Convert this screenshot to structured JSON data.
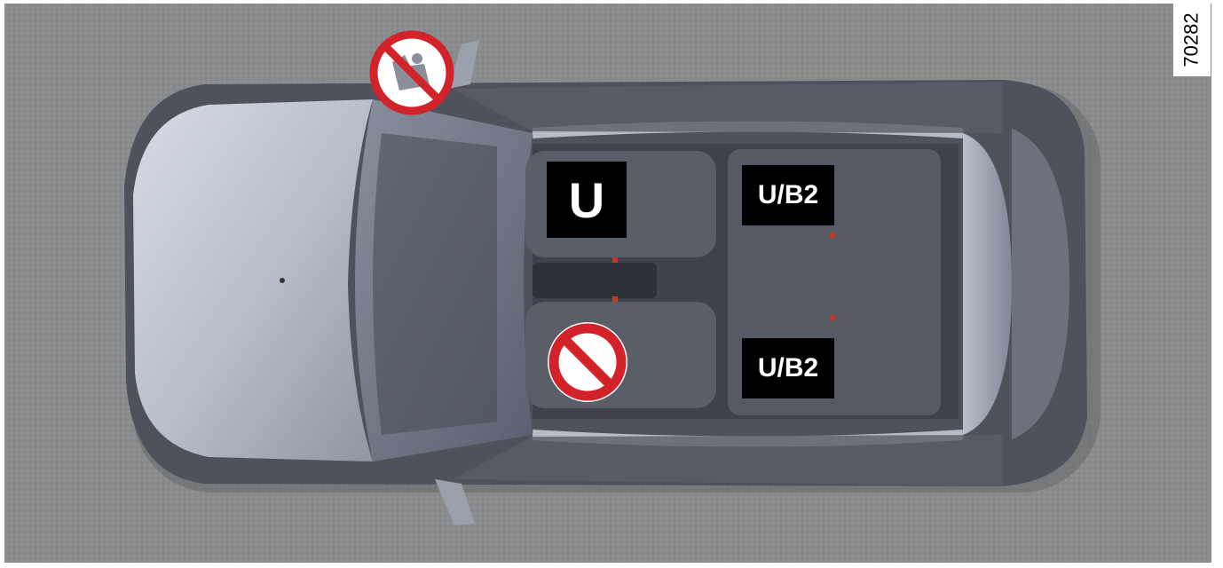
{
  "reference_number": "70282",
  "seats": {
    "front_passenger": "U",
    "rear_left": "U/B2",
    "rear_right": "U/B2"
  },
  "icons": {
    "roof_sign": "no-rear-facing-child-seat-icon",
    "driver_seat_sign": "prohibited-icon"
  },
  "colors": {
    "prohibition_red": "#d2232a",
    "car_body": "#a9afbd",
    "road": "#8a8b8d",
    "label_background": "#000000"
  }
}
